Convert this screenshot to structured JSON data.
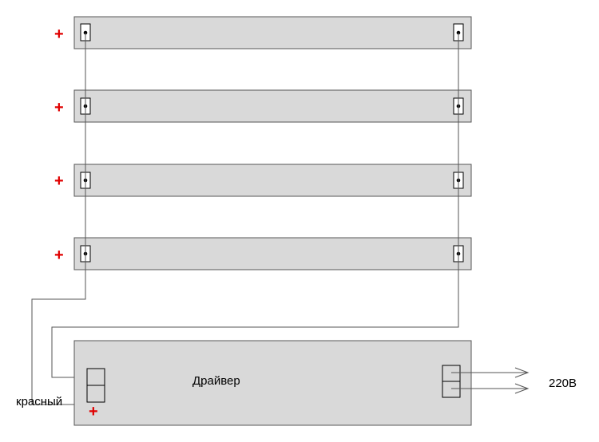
{
  "labels": {
    "driver": "Драйвер",
    "red": "красный",
    "voltage": "220В",
    "plus": "+"
  },
  "colors": {
    "strip_fill": "#d9d9d9",
    "stroke": "#555555",
    "plus": "#e00000"
  },
  "strips": [
    {
      "plus": "+"
    },
    {
      "plus": "+"
    },
    {
      "plus": "+"
    },
    {
      "plus": "+"
    }
  ]
}
